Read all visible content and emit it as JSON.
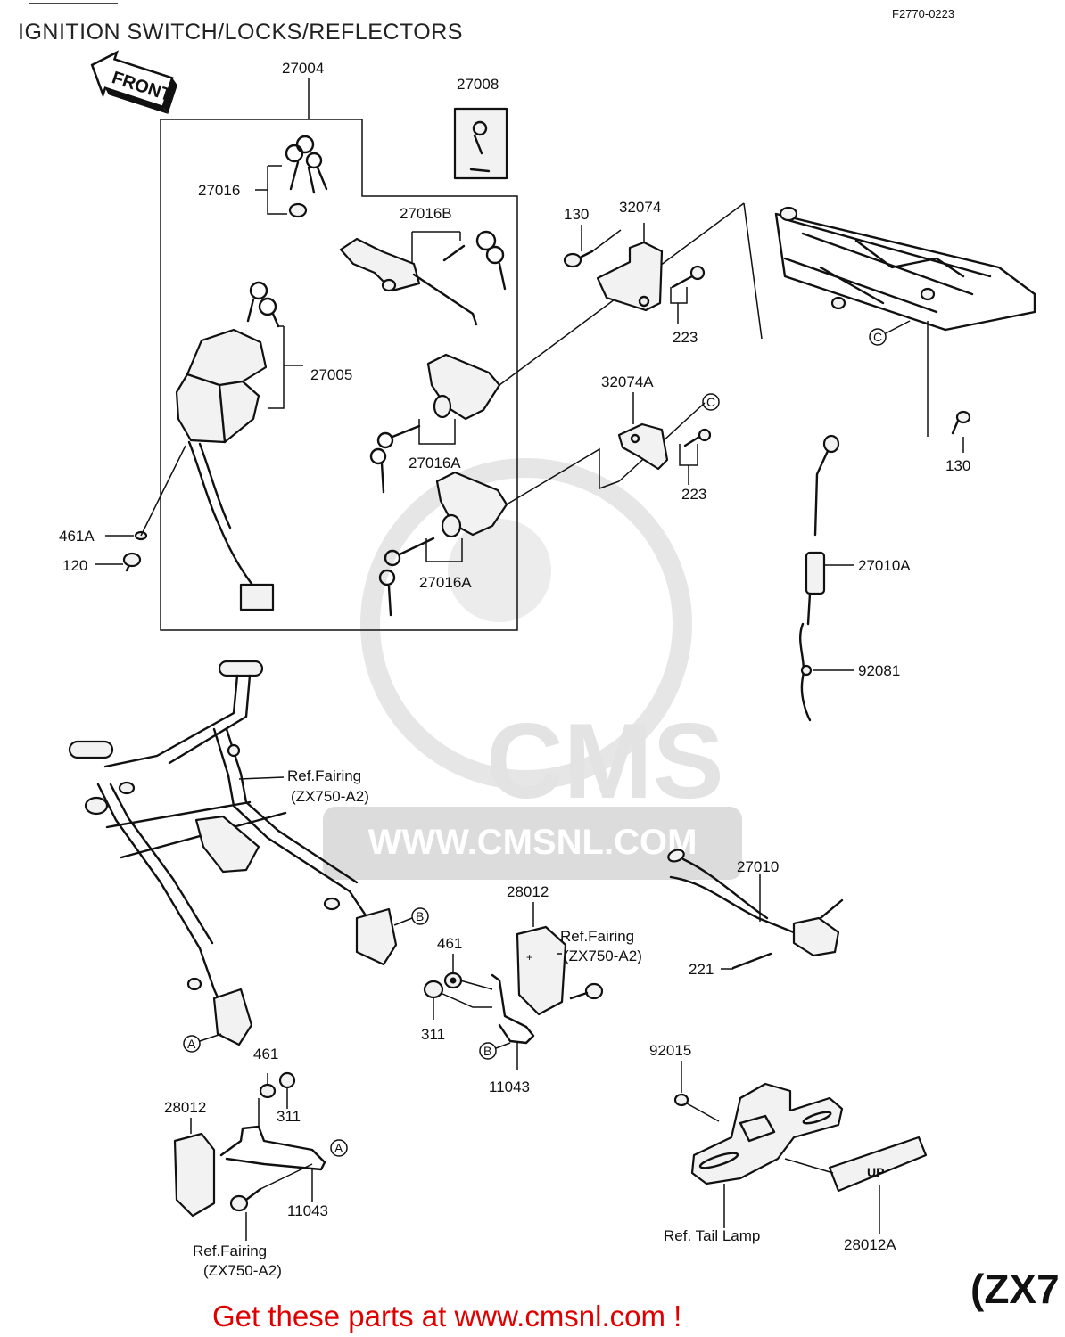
{
  "header": {
    "title": "IGNITION SWITCH/LOCKS/REFLECTORS",
    "drawing_code": "F2770-0223"
  },
  "front_badge": "FRONT",
  "watermark": {
    "brand": "CMS",
    "url": "WWW.CMSNL.COM"
  },
  "labels": {
    "p27004": "27004",
    "p27008": "27008",
    "p27016": "27016",
    "p27016B": "27016B",
    "p27005": "27005",
    "p27016A_1": "27016A",
    "p27016A_2": "27016A",
    "p461A": "461A",
    "p120": "120",
    "p130_top": "130",
    "p32074": "32074",
    "p223_top": "223",
    "p32074A": "32074A",
    "p223_mid": "223",
    "p130_right": "130",
    "p27010A": "27010A",
    "p92081": "92081",
    "ref_fairing_1a": "Ref.Fairing",
    "ref_fairing_1b": "(ZX750-A2)",
    "p27010": "27010",
    "p221": "221",
    "p28012_mid": "28012",
    "ref_fairing_2a": "Ref.Fairing",
    "ref_fairing_2b": "(ZX750-A2)",
    "p461_mid": "461",
    "p311_mid": "311",
    "p11043_mid": "11043",
    "p461_low": "461",
    "p311_low": "311",
    "p28012_low": "28012",
    "p11043_low": "11043",
    "ref_fairing_3a": "Ref.Fairing",
    "ref_fairing_3b": "(ZX750-A2)",
    "p92015": "92015",
    "ref_tail_lamp": "Ref. Tail Lamp",
    "p28012A": "28012A",
    "model_badge": "(ZX7"
  },
  "callout_letters": {
    "a1": "A",
    "a2": "A",
    "b1": "B",
    "b2": "B",
    "c1": "C",
    "c2": "C"
  },
  "footer": {
    "cta": "Get these parts at www.cmsnl.com !"
  }
}
